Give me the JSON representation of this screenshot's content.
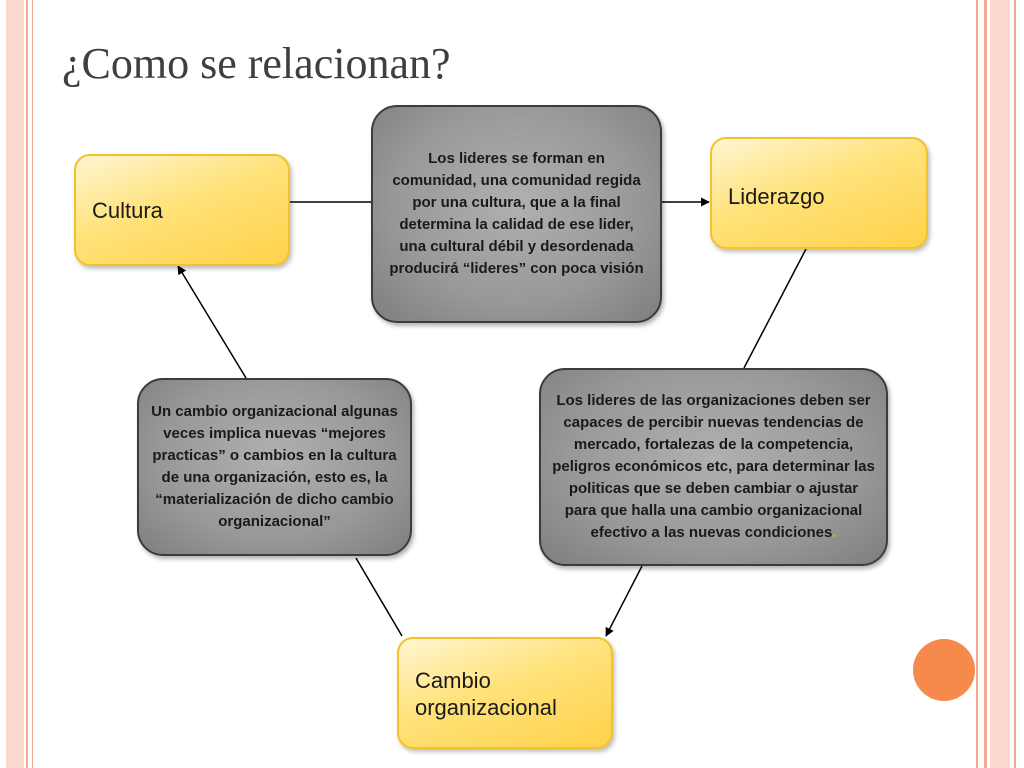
{
  "title": "¿Como se relacionan?",
  "nodes": {
    "cultura": "Cultura",
    "liderazgo": "Liderazgo",
    "cambio": "Cambio organizacional"
  },
  "notes": {
    "top": "Los lideres se forman en comunidad, una comunidad regida por una cultura, que a la final determina la calidad de ese lider, una cultural débil y desordenada producirá “lideres”  con poca visión",
    "right": "Los lideres de las organizaciones deben ser capaces de percibir nuevas tendencias de mercado, fortalezas de la competencia, peligros económicos etc, para determinar las politicas que se deben cambiar o ajustar para que halla una cambio organizacional efectivo a las nuevas condiciones",
    "right_end": ".",
    "left": "Un cambio organizacional algunas veces implica nuevas “mejores practicas” o cambios en la cultura de una organización, esto es, la “materialización de dicho cambio organizacional”"
  },
  "colors": {
    "node_fill": "#ffe27a",
    "node_border": "#f2c12e",
    "note_fill": "#989898",
    "border_accent": "#f3a98f",
    "accent_dot": "#f58a4c"
  }
}
